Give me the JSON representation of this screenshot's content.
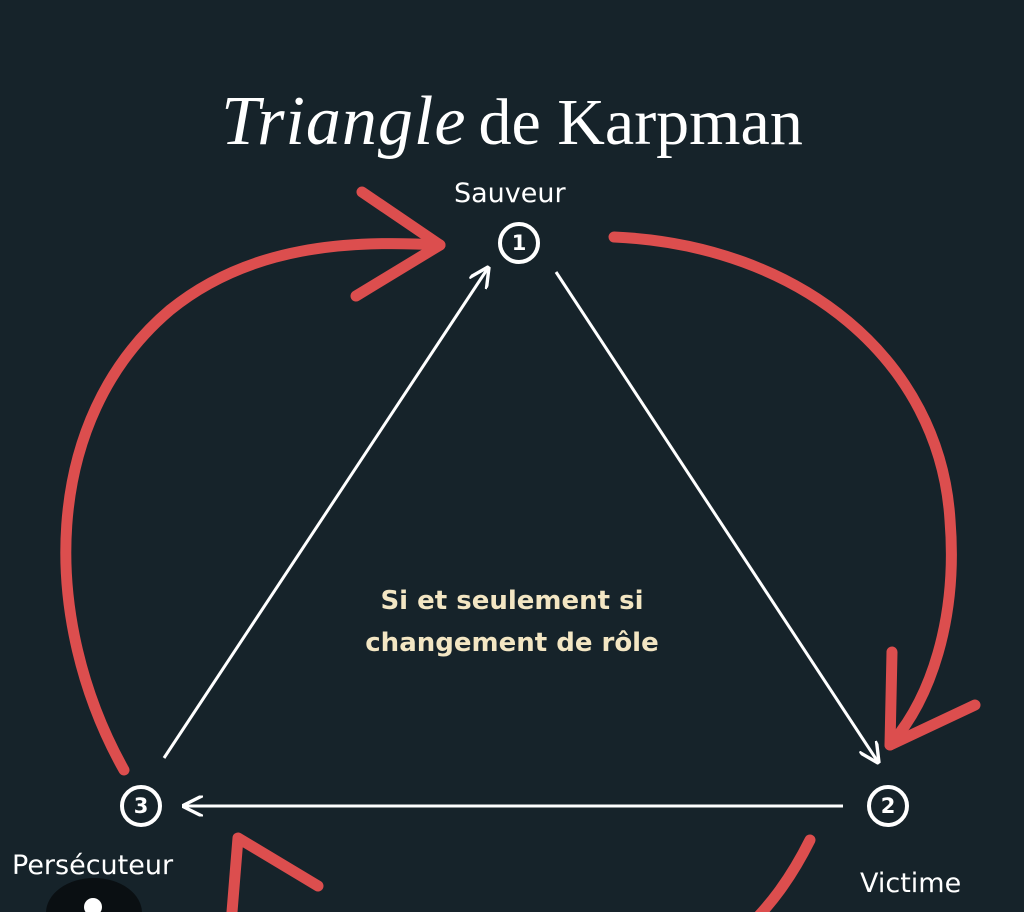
{
  "title": {
    "italic_part": "Triangle",
    "plain_part": "de Karpman"
  },
  "nodes": [
    {
      "number": "1",
      "label": "Sauveur"
    },
    {
      "number": "2",
      "label": "Victime"
    },
    {
      "number": "3",
      "label": "Persécuteur"
    }
  ],
  "center_text": {
    "line1": "Si et seulement si",
    "line2": "changement de rôle"
  },
  "colors": {
    "background": "#16232a",
    "cycle_arrows": "#dc4e4e",
    "triangle_lines": "#ffffff",
    "center_text": "#f3e6c3"
  }
}
